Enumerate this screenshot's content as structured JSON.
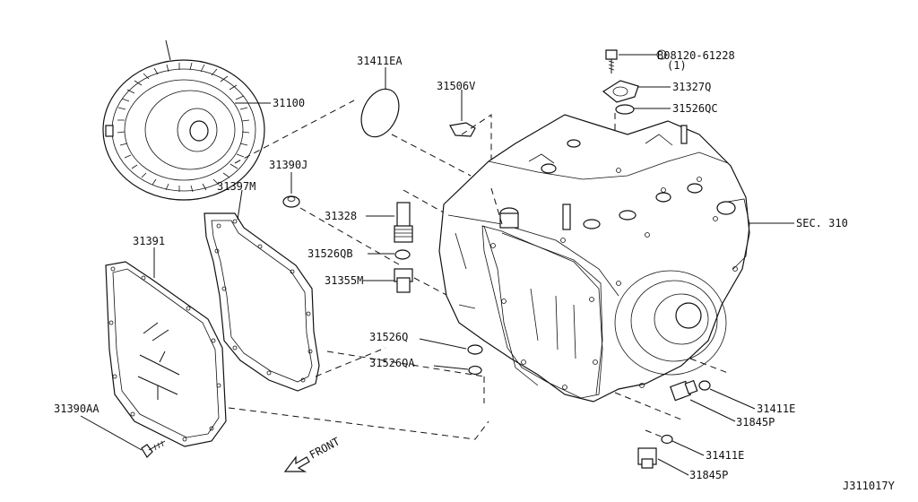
{
  "diagram": {
    "catalog_id": "J311017Y",
    "front_label": "FRONT",
    "parts": {
      "p31100": "31100",
      "p31411EA": "31411EA",
      "p31506V": "31506V",
      "bolt_ref": "B08120-61228",
      "bolt_qty": "(1)",
      "p31327Q": "31327Q",
      "p31526QC": "31526QC",
      "p31390J": "31390J",
      "p31397M": "31397M",
      "p31391": "31391",
      "p31328": "31328",
      "p31526QB": "31526QB",
      "p31355M": "31355M",
      "sec310": "SEC. 310",
      "p31526Q": "31526Q",
      "p31526QA": "31526QA",
      "p31390AA": "31390AA",
      "p31411E_a": "31411E",
      "p31845P_a": "31845P",
      "p31411E_b": "31411E",
      "p31845P_b": "31845P"
    }
  }
}
